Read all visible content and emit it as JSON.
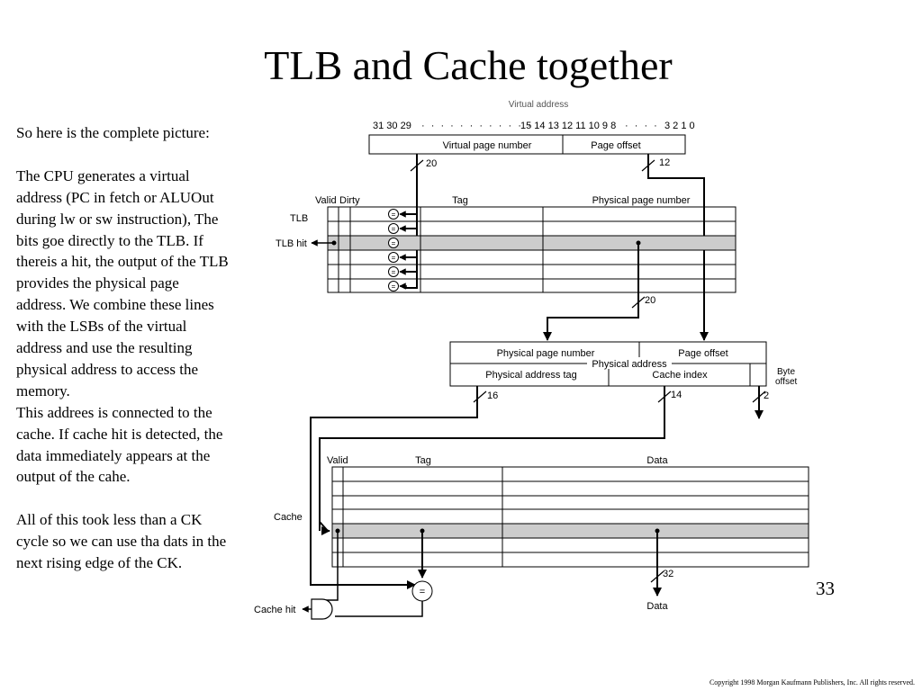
{
  "slide": {
    "title": "TLB and Cache together",
    "page_number": "33",
    "copyright": "Copyright 1998 Morgan Kaufmann Publishers, Inc. All rights reserved."
  },
  "body_text": {
    "p1": "So here is the complete picture:",
    "p2": "The CPU generates a virtual address (PC in fetch or ALUOut during lw or sw instruction), The bits goe directly to the TLB. If thereis a hit, the output of the TLB provides the physical page address. We combine these lines with the LSBs of the virtual address and use the resulting physical address to access the memory.",
    "p3": "This addrees is connected to the cache. If cache hit is detected, the data immediately appears at the output of the cahe.",
    "p4": "All of this took less than a CK cycle so we can use tha dats in the next rising edge of the CK."
  },
  "diagram": {
    "virtual_address": {
      "caption": "Virtual address",
      "bits_left": "31 30 29",
      "bits_mid": "15 14 13 12 11 10 9 8",
      "bits_right": "3 2 1 0",
      "field_vpn": "Virtual page number",
      "field_offset": "Page offset",
      "width_vpn": "20",
      "width_offset": "12"
    },
    "tlb": {
      "label": "TLB",
      "hit_label": "TLB hit",
      "col_valid": "Valid",
      "col_dirty": "Dirty",
      "col_tag": "Tag",
      "col_ppn": "Physical page number",
      "out_width": "20",
      "comparator_symbol": "="
    },
    "physical_address": {
      "caption": "Physical address",
      "field_ppn": "Physical page number",
      "field_offset": "Page offset",
      "field_tag": "Physical address tag",
      "field_index": "Cache index",
      "field_byte": "Byte offset",
      "width_tag": "16",
      "width_index": "14",
      "width_byte": "2"
    },
    "cache": {
      "label": "Cache",
      "col_valid": "Valid",
      "col_tag": "Tag",
      "col_data": "Data",
      "comparator_symbol": "=",
      "hit_label": "Cache hit",
      "data_width": "32",
      "data_out": "Data"
    },
    "colors": {
      "highlight_row": "#cccccc",
      "line": "#000000"
    }
  }
}
